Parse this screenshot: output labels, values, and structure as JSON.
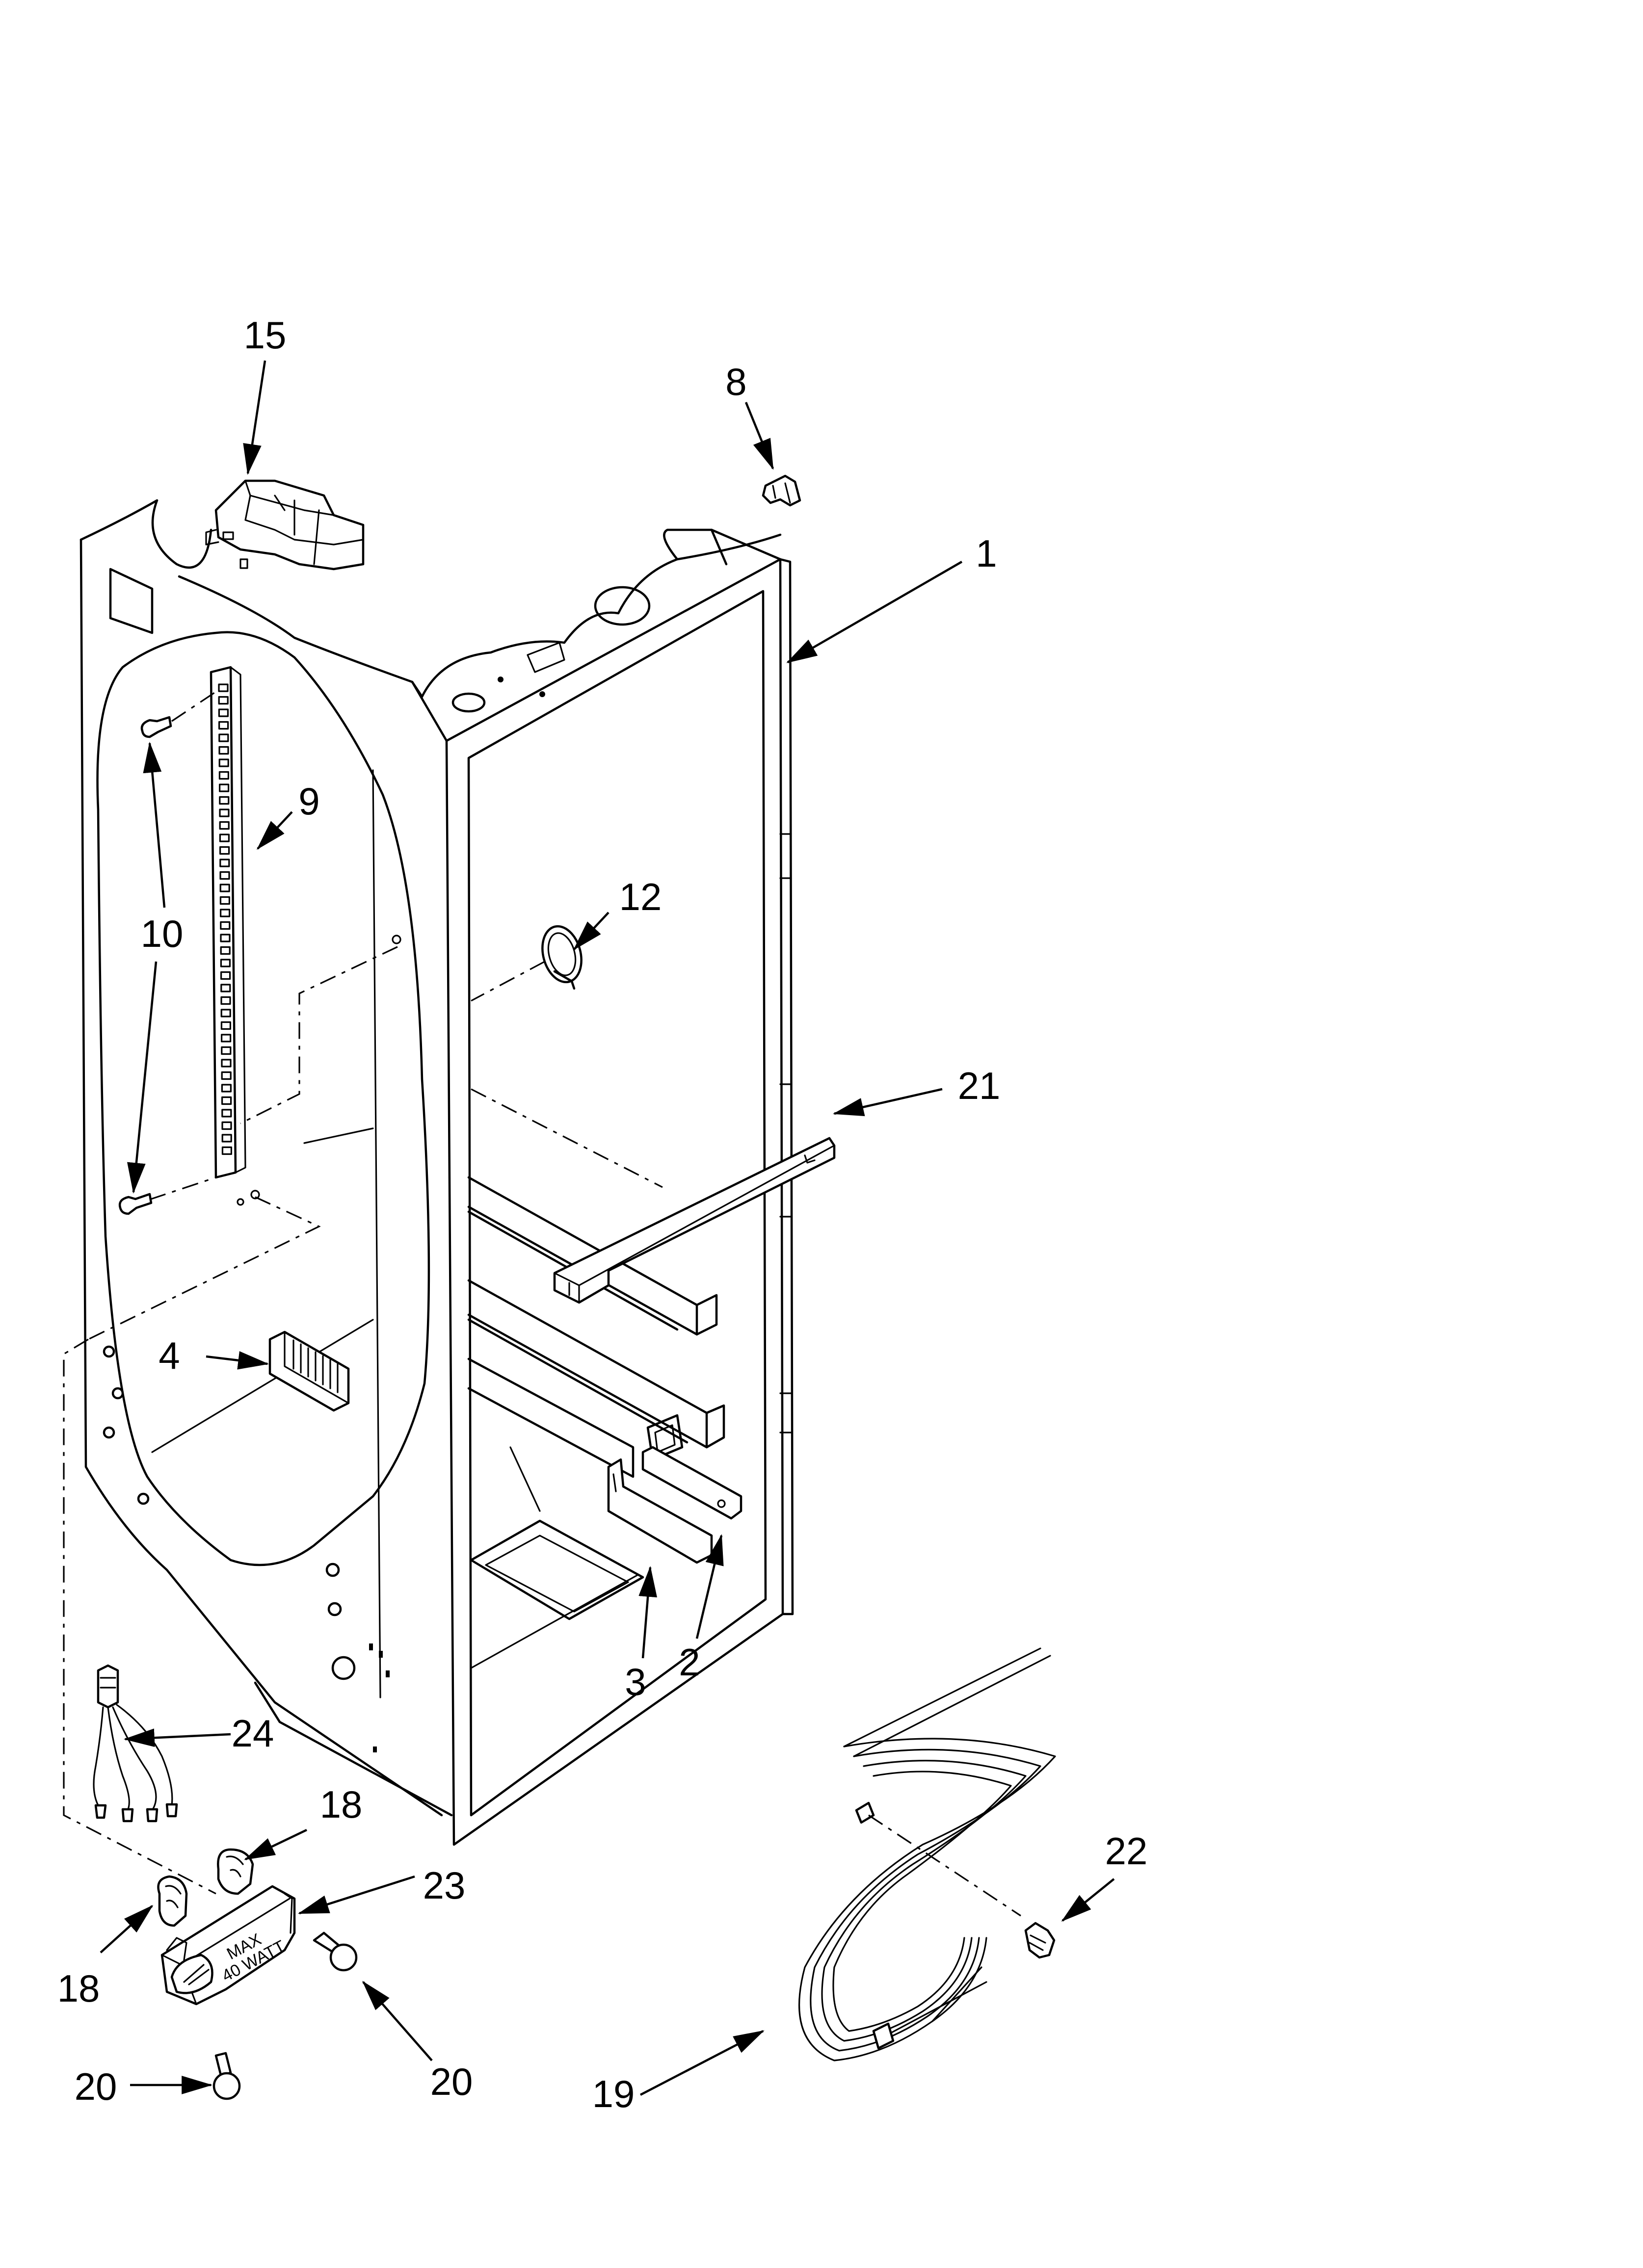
{
  "callouts": {
    "c1": "1",
    "c2": "2",
    "c3": "3",
    "c4": "4",
    "c8": "8",
    "c9": "9",
    "c10": "10",
    "c12": "12",
    "c15": "15",
    "c18a": "18",
    "c18b": "18",
    "c19": "19",
    "c20a": "20",
    "c20b": "20",
    "c21": "21",
    "c22": "22",
    "c23": "23",
    "c24": "24"
  },
  "part_text": {
    "bulb_rating_line1": "MAX",
    "bulb_rating_line2": "40 WATT"
  }
}
